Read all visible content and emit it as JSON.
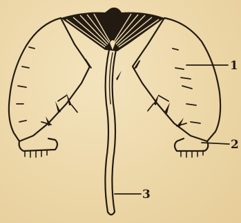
{
  "diagram": {
    "labels": [
      {
        "id": "1",
        "text": "1"
      },
      {
        "id": "2",
        "text": "2"
      },
      {
        "id": "3",
        "text": "3"
      }
    ],
    "colors": {
      "paper": "#efdcb0",
      "ink": "#231b12"
    }
  }
}
